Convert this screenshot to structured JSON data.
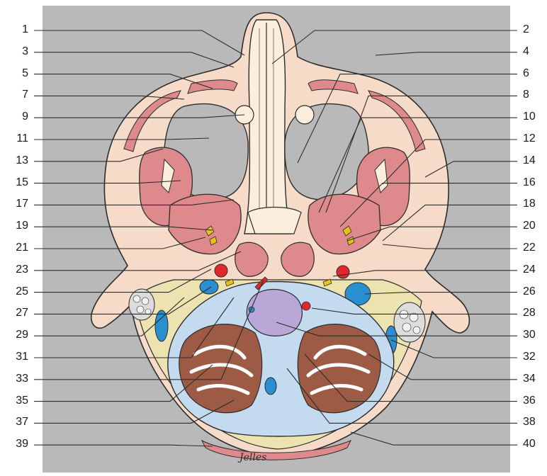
{
  "labels_left": [
    "1",
    "3",
    "5",
    "7",
    "9",
    "11",
    "13",
    "15",
    "17",
    "19",
    "21",
    "23",
    "25",
    "27",
    "29",
    "31",
    "33",
    "35",
    "37",
    "39"
  ],
  "labels_right": [
    "2",
    "4",
    "6",
    "8",
    "10",
    "12",
    "14",
    "16",
    "18",
    "20",
    "22",
    "24",
    "26",
    "28",
    "30",
    "32",
    "34",
    "36",
    "38",
    "40"
  ],
  "signature": "Jelles",
  "colors": {
    "panel": "#b9b9b9",
    "skin": "#f6dcc8",
    "bone": "#fbeedd",
    "muscle": "#de8a8d",
    "muscle_dark": "#c9656b",
    "artery": "#e2262e",
    "vein": "#2a8fd0",
    "nerve": "#e8c21b",
    "csf": "#c4daee",
    "cerebellum": "#9d5a45",
    "medulla_core": "#b9a7d8",
    "fat": "#ece3b0",
    "line": "#2c2c2c"
  }
}
